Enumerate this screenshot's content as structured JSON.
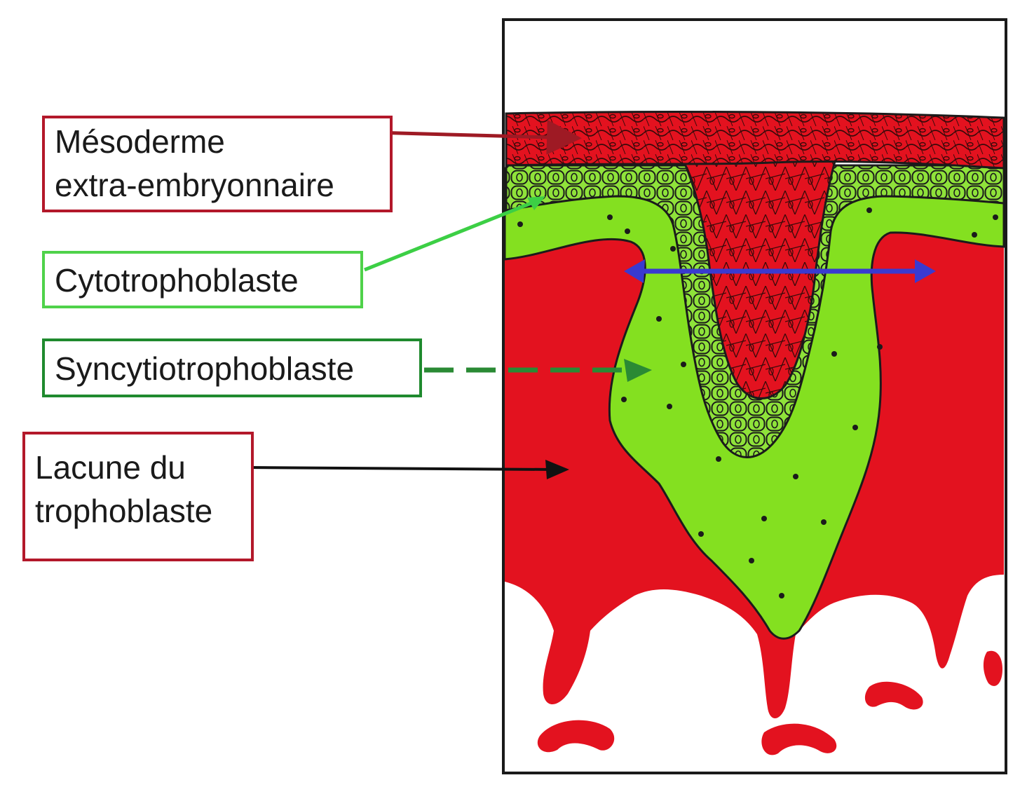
{
  "labels": {
    "mesoderme_line1": "Mésoderme",
    "mesoderme_line2": "extra-embryonnaire",
    "cytotrophoblaste": "Cytotrophoblaste",
    "syncytiotrophoblaste": "Syncytiotrophoblaste",
    "lacune_line1": "Lacune du",
    "lacune_line2": "trophoblaste"
  },
  "colors": {
    "mesoderm_red": "#e3121f",
    "syncytio_green": "#84e020",
    "cyto_green": "#8fe23a",
    "lacune_red": "#e3121f",
    "arrow_meso": "#9e1a24",
    "arrow_cyto": "#3ccf45",
    "arrow_syn": "#2a8a34",
    "arrow_lacune": "#111111",
    "double_arrow": "#3a3ad0"
  }
}
